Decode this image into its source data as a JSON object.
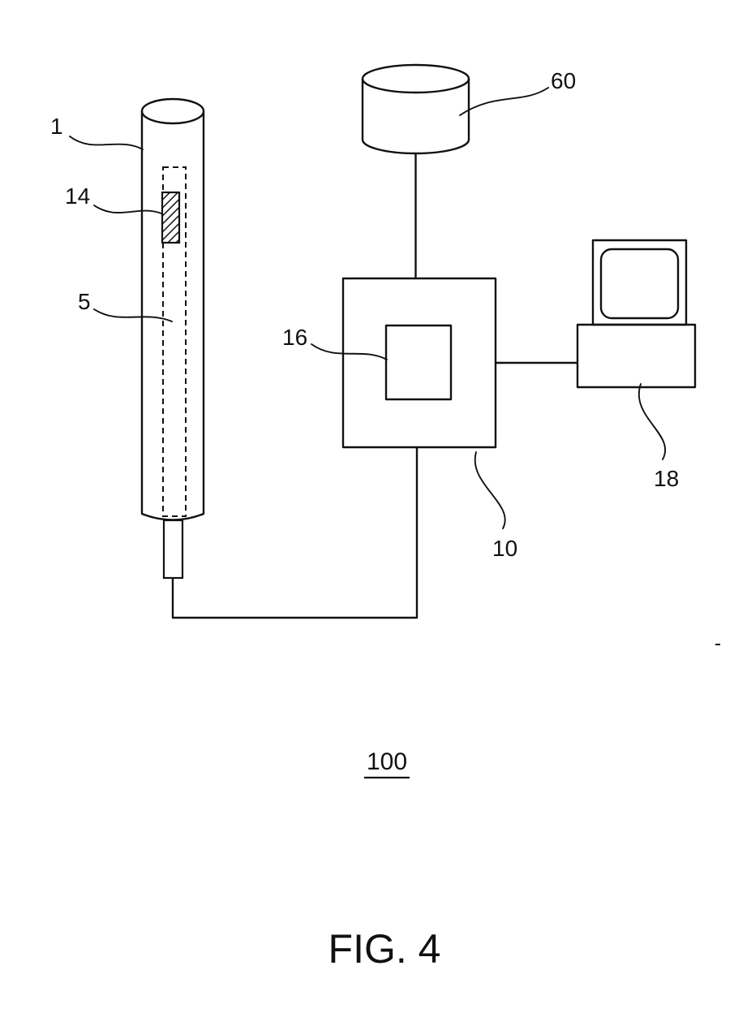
{
  "figure": {
    "system_reference": "100",
    "caption": "FIG. 4"
  },
  "reference_labels": {
    "probe": "1",
    "marker": "14",
    "probe_shaft": "5",
    "storage_unit": "60",
    "inner_module": "16",
    "processing_unit": "10",
    "workstation": "18"
  },
  "colors": {
    "ink": "#111111",
    "background": "#ffffff"
  }
}
